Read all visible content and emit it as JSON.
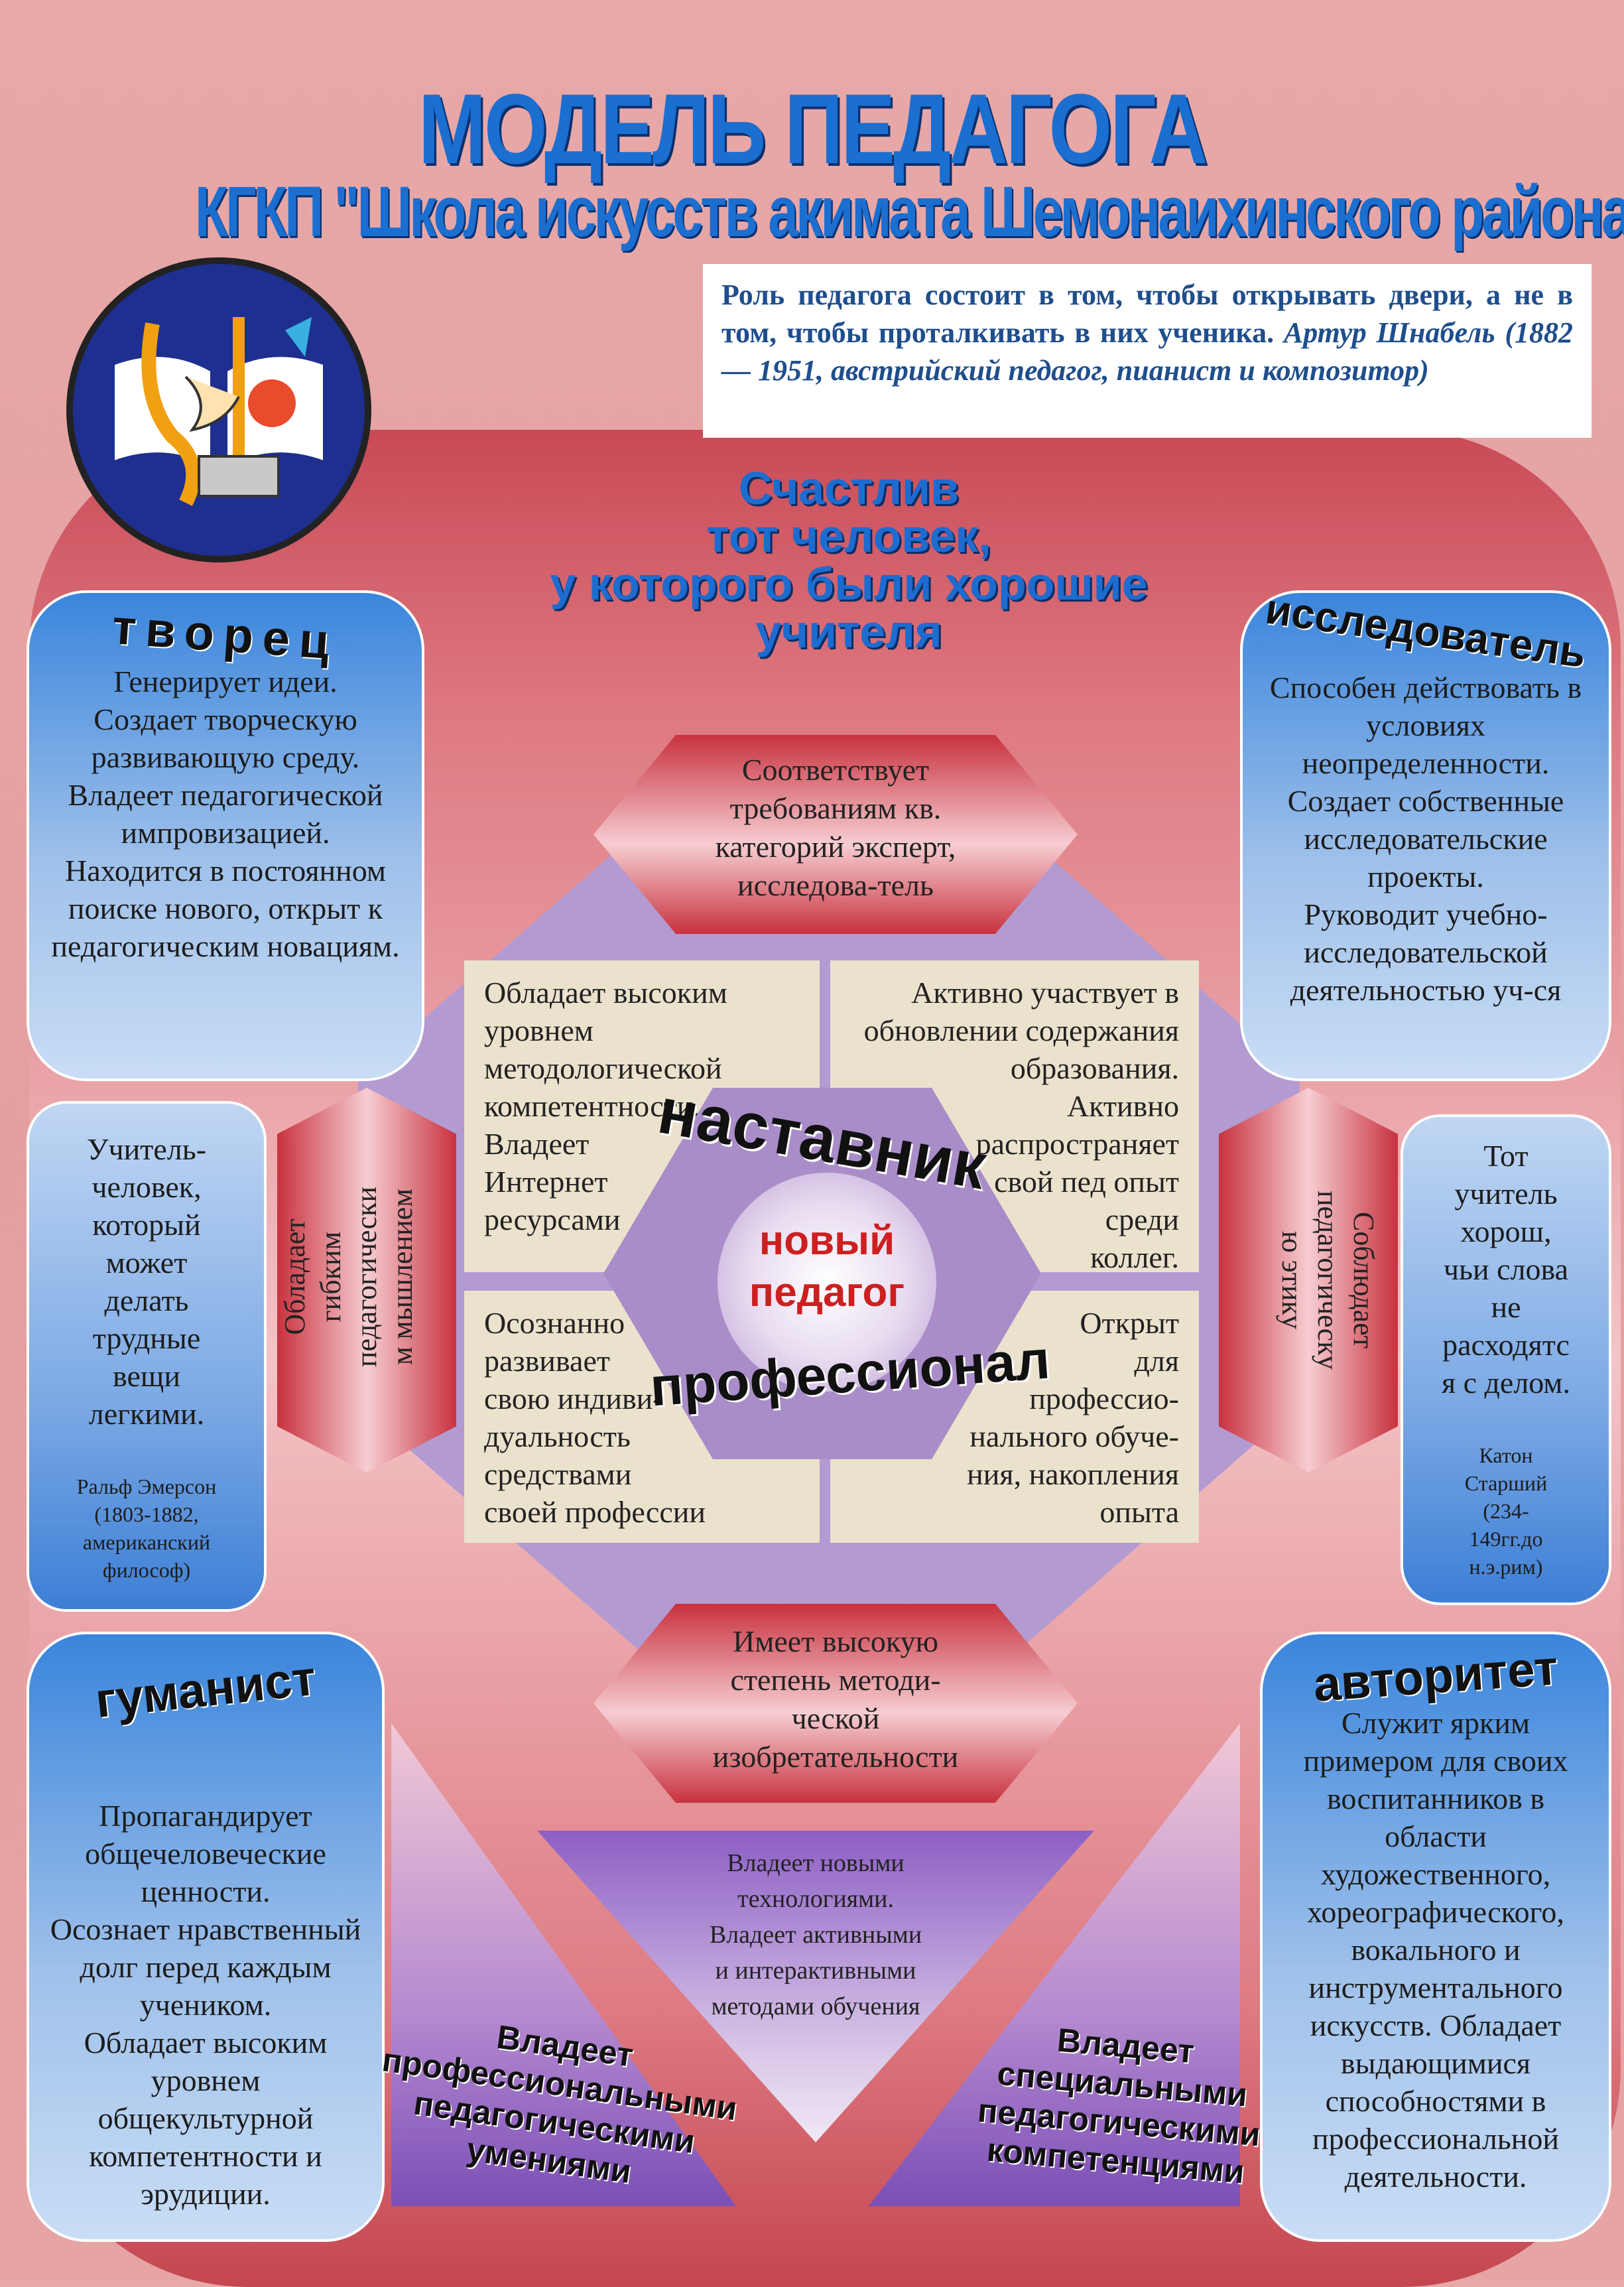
{
  "header": {
    "title": "МОДЕЛЬ ПЕДАГОГА",
    "subtitle": "КГКП \"Школа искусств акимата Шемонаихинского района\""
  },
  "quote": {
    "text": "Роль педагога состоит в том, чтобы открывать двери, а не в том, чтобы проталкивать в них ученика.",
    "author": "Артур Шнабель (1882 — 1951, австрийский педагог, пианист и композитор)"
  },
  "slogan": {
    "line1": "Счастлив",
    "line2": "тот человек,",
    "line3": "у которого были хорошие",
    "line4": "учителя"
  },
  "corners": {
    "creator": {
      "title": "творец",
      "text": "Генерирует идеи.\nСоздает творческую развивающую среду.\nВладеет педагогической импровизацией.\nНаходится в постоянном поиске нового, открыт к педагогическим новациям."
    },
    "researcher": {
      "title": "исследователь",
      "text": "Способен действовать в условиях неопределенности.\nСоздает собственные исследовательские проекты.\nРуководит учебно-исследовательской деятельностью уч-ся"
    },
    "humanist": {
      "title": "гуманист",
      "text": "Пропагандирует общечеловеческие ценности.\nОсознает нравственный долг перед каждым учеником.\nОбладает высоким уровнем общекультурной компетентности и эрудиции."
    },
    "authority": {
      "title": "авторитет",
      "text": "Служит ярким примером для своих воспитанников в области художественного, хореографического, вокального и инструментального искусств. Обладает выдающимися способностями в профессиональной деятельности."
    }
  },
  "side_quotes": {
    "left": {
      "text": "Учитель-\nчеловек,\nкоторый\nможет\nделать\nтрудные\nвещи\nлегкими.",
      "author": "Ральф Эмерсон\n(1803-1882,\nамериканский\nфилософ)"
    },
    "right": {
      "text": "Тот\nучитель\nхорош,\nчьи слова\nне\nрасходятс\nя с делом.",
      "author": "Катон\nСтарший\n(234-\n149гг.до\nн.э.рим)"
    }
  },
  "hexes": {
    "top": "Соответствует требованиям кв. категорий эксперт, исследова-тель",
    "bottom": "Имеет высокую степень методи-ческой изобретательности",
    "left": "Обладает\nгибким\nпедагогически\nм мышлением",
    "right": "Соблюдает\nпедагогическу\nю этику"
  },
  "boxes": {
    "tl": "Обладает высоким\nуровнем\nметодологической\nкомпетентности.\nВладеет\nИнтернет\nресурсами",
    "tr": "Активно участвует в\nобновлении содержания\nобразования.\nАктивно\nраспространяет\nсвой пед опыт\nсреди\nколлег.",
    "bl": "Осознанно\nразвивает\nсвою индиви-\nдуальность\nсредствами\nсвоей профессии",
    "br": "Открыт\nдля\nпрофессио-\nнального обуче-\nния, накопления\nопыта"
  },
  "center": {
    "top": "наставник",
    "middle1": "новый",
    "middle2": "педагог",
    "bottom": "профессионал"
  },
  "triangles": {
    "middle": "Владеет новыми\nтехнологиями.\nВладеет активными\nи интерактивными\nметодами обучения",
    "left": "Владеет\nпрофессиональными\nпедагогическими\nумениями",
    "right": "Владеет\nспециальными\nпедагогическими\nкомпетенциями"
  },
  "colors": {
    "title_blue": "#1a6fd0",
    "accent_red": "#c8323e",
    "lilac": "#b39ad1"
  }
}
